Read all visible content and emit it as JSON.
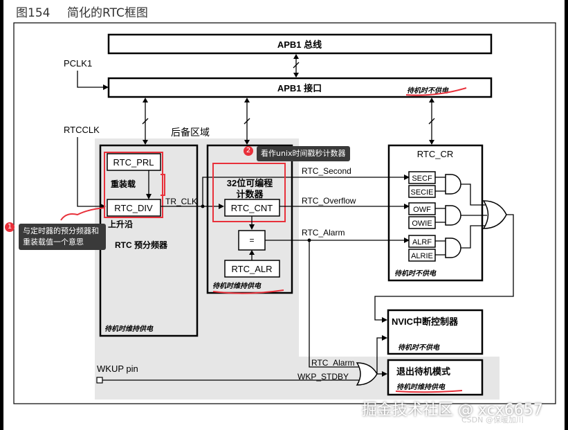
{
  "caption": {
    "number": "图154",
    "title": "简化的RTC框图"
  },
  "blocks": {
    "apb1_bus": "APB1 总线",
    "apb1_interface": "APB1 接口",
    "pclk1": "PCLK1",
    "rtcclk": "RTCCLK",
    "backup_domain": "后备区域",
    "rtc_prl": "RTC_PRL",
    "reload": "重装载",
    "rtc_div": "RTC_DIV",
    "rising_edge": "上升沿",
    "tr_clk": "TR_CLK",
    "prescaler": "RTC 预分频器",
    "counter_title_1": "32位可编程",
    "counter_title_2": "计数器",
    "rtc_cnt": "RTC_CNT",
    "equals": "=",
    "rtc_alr": "RTC_ALR",
    "rtc_cr": "RTC_CR",
    "secf": "SECF",
    "secie": "SECIE",
    "owf": "OWF",
    "owie": "OWIE",
    "alrf": "ALRF",
    "alrie": "ALRIE",
    "rtc_second": "RTC_Second",
    "rtc_overflow": "RTC_Overflow",
    "rtc_alarm": "RTC_Alarm",
    "rtc_alarm2": "RTC_Alarm",
    "nvic": "NVIC中断控制器",
    "exit_standby": "退出待机模式",
    "wkup_pin": "WKUP pin",
    "wkp_stdby": "WKP_STDBY",
    "standby_no_power": "待机时不供电",
    "standby_powered": "待机时维持供电"
  },
  "annotations": {
    "note1": "与定时器的预分频器和重装载值一个意思",
    "note2": "看作unix时间戳秒计数器",
    "badge1": "1",
    "badge2": "2"
  },
  "watermark": {
    "main": "掘金技术社区 @ xcx6657",
    "sub": "CSDN @保暖加川"
  }
}
